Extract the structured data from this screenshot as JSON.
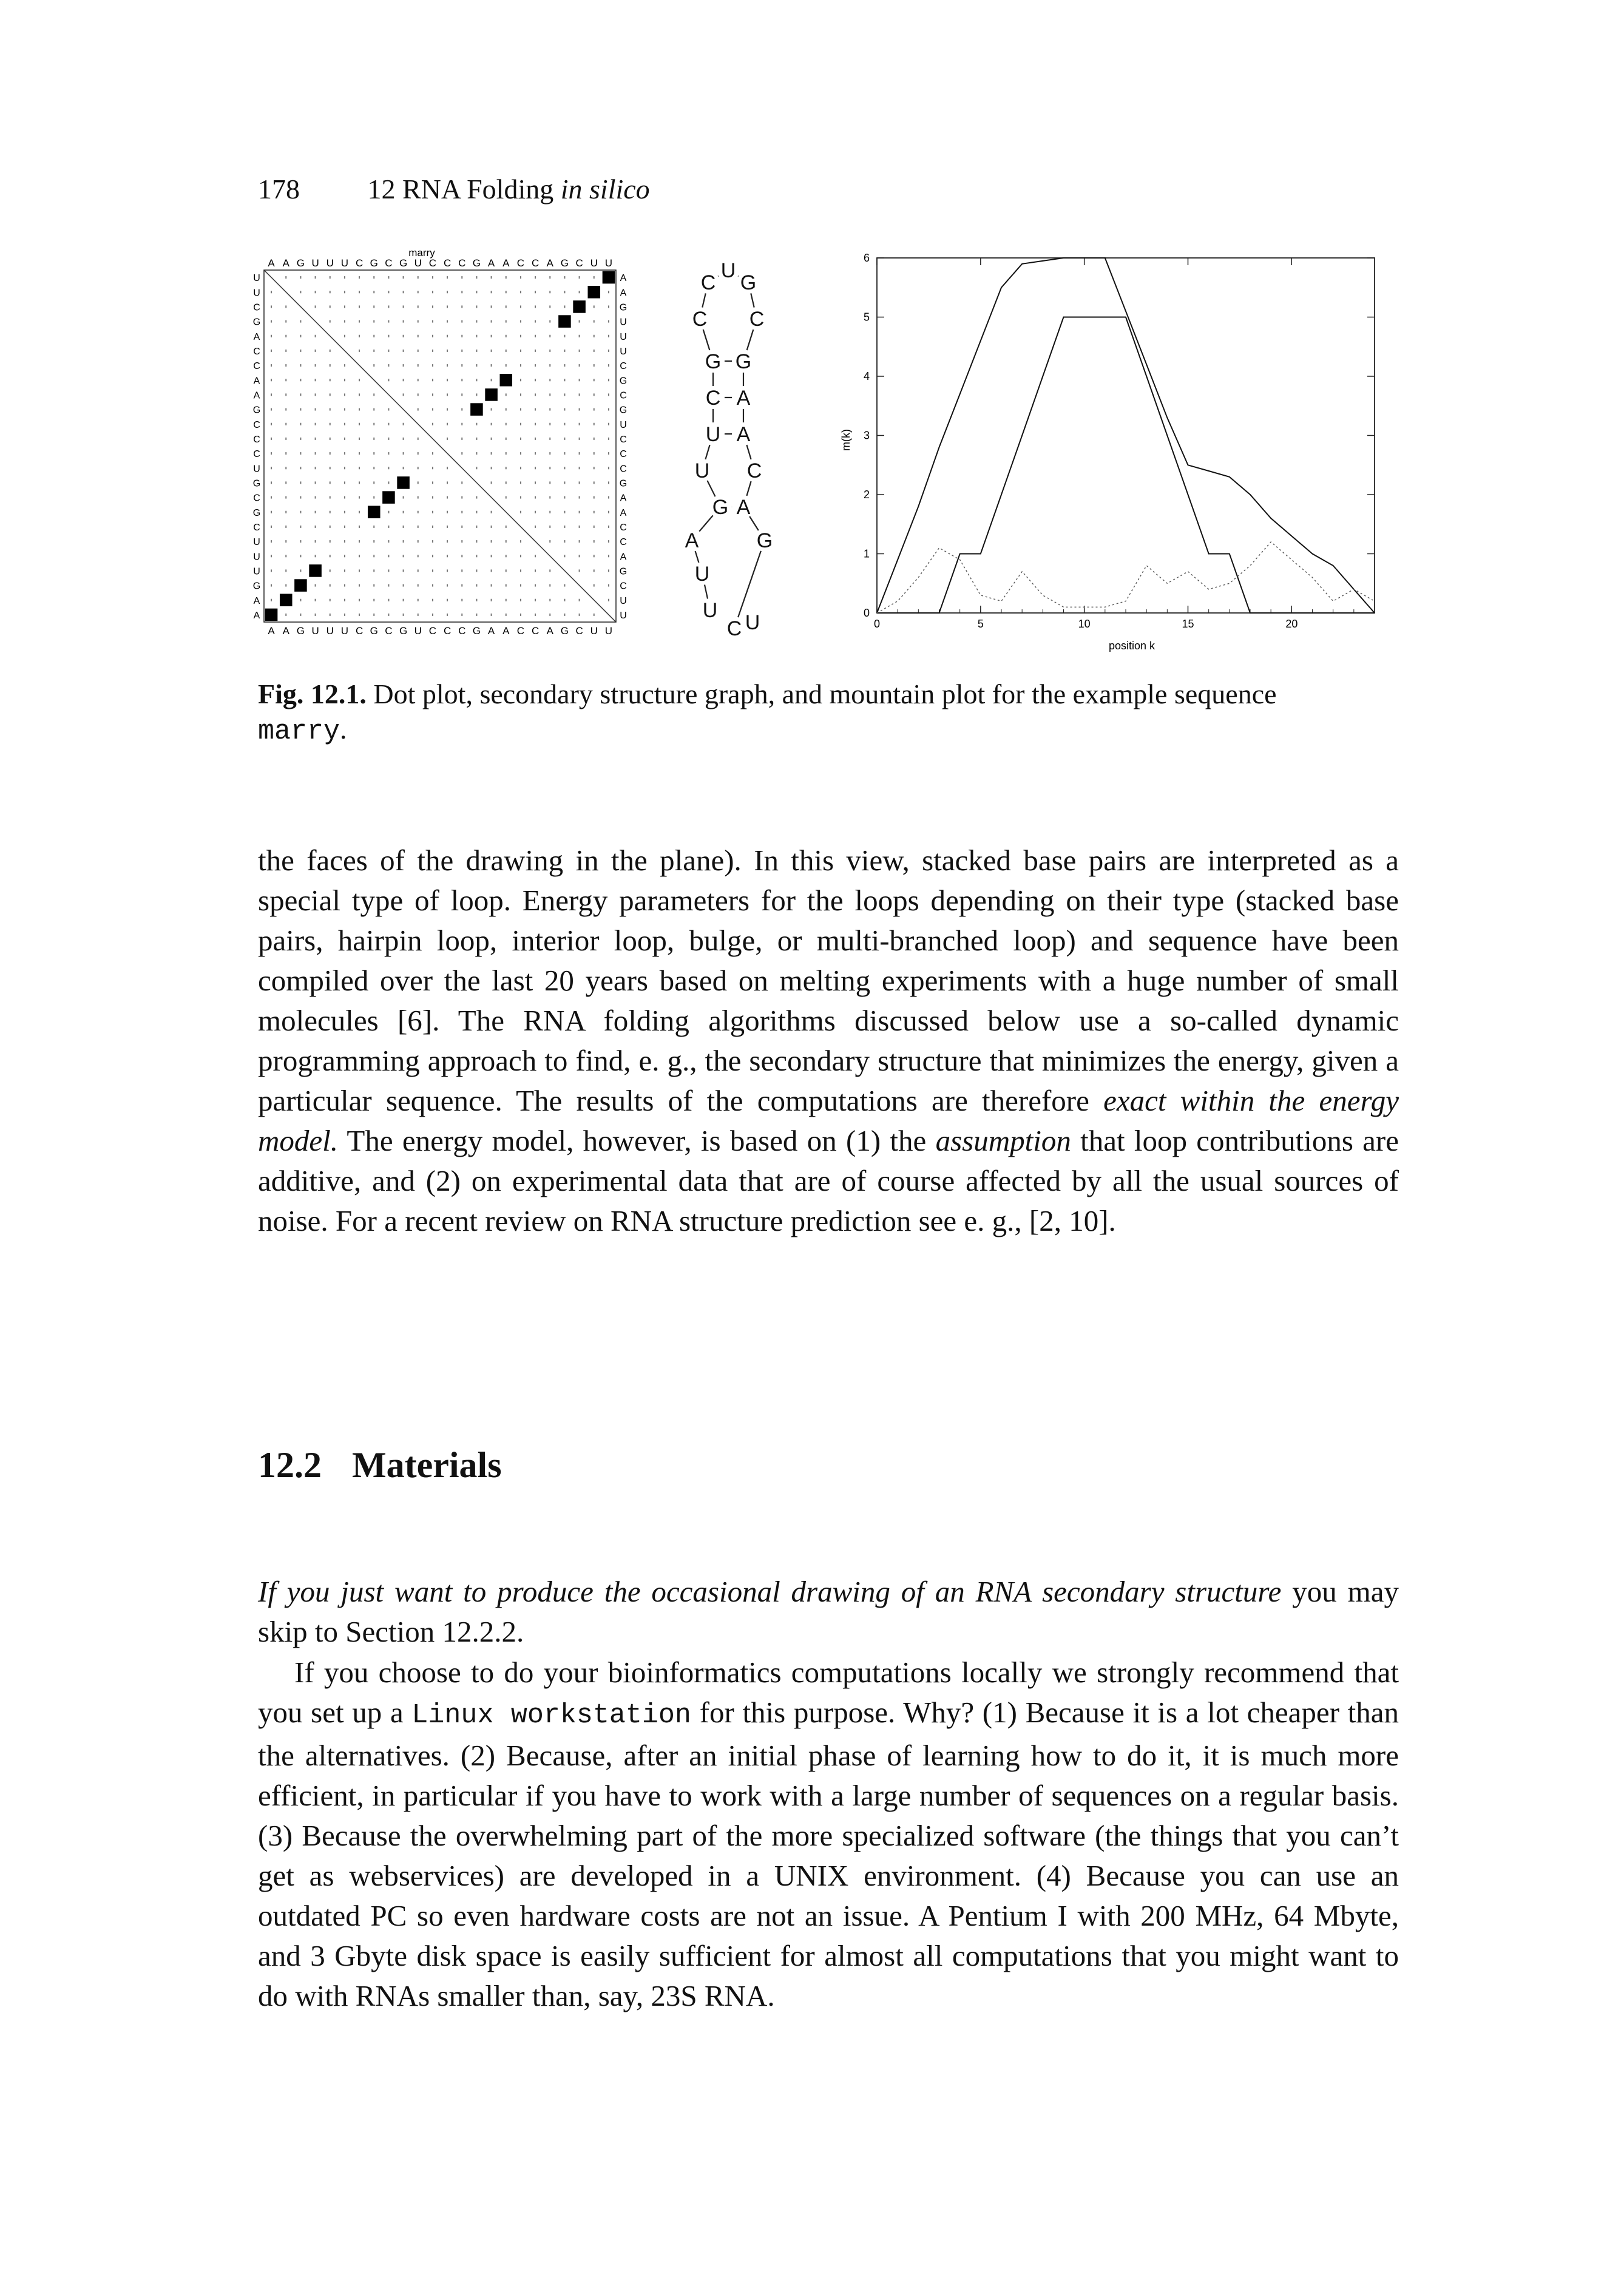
{
  "header": {
    "page_number": "178",
    "chapter": "12 RNA Folding",
    "chapter_italic": "in silico"
  },
  "figure": {
    "dot_plot": {
      "title": "marry",
      "sequence": "AAGUUUCGCGUCCCGAACCAGCUU",
      "pairs": [
        [
          1,
          24
        ],
        [
          2,
          23
        ],
        [
          3,
          22
        ],
        [
          4,
          21
        ],
        [
          8,
          17
        ],
        [
          9,
          16
        ],
        [
          10,
          15
        ]
      ]
    },
    "structure_graph": {
      "bases": [
        "C",
        "U",
        "G",
        "C",
        "C",
        "G",
        "G",
        "C",
        "A",
        "U",
        "A",
        "U",
        "C",
        "G",
        "A",
        "A",
        "G",
        "U",
        "U",
        "C",
        "U"
      ]
    },
    "mountain_plot": {
      "xlabel": "position k",
      "ylabel": "m(k)"
    }
  },
  "chart_data": {
    "type": "line",
    "xlabel": "position k",
    "ylabel": "m(k)",
    "xlim": [
      0,
      24
    ],
    "ylim": [
      0,
      6
    ],
    "xticks": [
      0,
      5,
      10,
      15,
      20
    ],
    "yticks": [
      0,
      1,
      2,
      3,
      4,
      5,
      6
    ],
    "series": [
      {
        "values": [
          [
            0,
            0
          ],
          [
            1,
            0.9
          ],
          [
            2,
            1.8
          ],
          [
            3,
            2.8
          ],
          [
            4,
            3.7
          ],
          [
            5,
            4.6
          ],
          [
            6,
            5.5
          ],
          [
            7,
            5.9
          ],
          [
            8,
            5.95
          ],
          [
            9,
            6
          ],
          [
            10,
            6
          ],
          [
            11,
            6
          ],
          [
            12,
            5.1
          ],
          [
            13,
            4.2
          ],
          [
            14,
            3.3
          ],
          [
            15,
            2.5
          ],
          [
            16,
            2.4
          ],
          [
            17,
            2.3
          ],
          [
            18,
            2.0
          ],
          [
            19,
            1.6
          ],
          [
            20,
            1.3
          ],
          [
            21,
            1.0
          ],
          [
            22,
            0.8
          ],
          [
            23,
            0.4
          ],
          [
            24,
            0
          ]
        ]
      },
      {
        "values": [
          [
            0,
            0
          ],
          [
            3,
            0
          ],
          [
            4,
            1
          ],
          [
            5,
            1
          ],
          [
            6,
            2
          ],
          [
            7,
            3
          ],
          [
            8,
            4
          ],
          [
            9,
            5
          ],
          [
            10,
            5
          ],
          [
            11,
            5
          ],
          [
            12,
            5
          ],
          [
            13,
            4
          ],
          [
            14,
            3
          ],
          [
            15,
            2
          ],
          [
            16,
            1
          ],
          [
            17,
            1
          ],
          [
            18,
            0
          ],
          [
            24,
            0
          ]
        ]
      },
      {
        "values": [
          [
            0,
            0
          ],
          [
            1,
            0.2
          ],
          [
            2,
            0.6
          ],
          [
            3,
            1.1
          ],
          [
            4,
            0.9
          ],
          [
            5,
            0.3
          ],
          [
            6,
            0.2
          ],
          [
            7,
            0.7
          ],
          [
            8,
            0.3
          ],
          [
            9,
            0.1
          ],
          [
            10,
            0.1
          ],
          [
            11,
            0.1
          ],
          [
            12,
            0.2
          ],
          [
            13,
            0.8
          ],
          [
            14,
            0.5
          ],
          [
            15,
            0.7
          ],
          [
            16,
            0.4
          ],
          [
            17,
            0.5
          ],
          [
            18,
            0.8
          ],
          [
            19,
            1.2
          ],
          [
            20,
            0.9
          ],
          [
            21,
            0.6
          ],
          [
            22,
            0.2
          ],
          [
            23,
            0.4
          ],
          [
            24,
            0.2
          ]
        ],
        "style": "dotted"
      }
    ]
  },
  "caption": {
    "label": "Fig. 12.1.",
    "text": "Dot plot, secondary structure graph, and mountain plot for the example sequence",
    "code": "marry",
    "end": "."
  },
  "paragraph1": {
    "a": "the faces of the drawing in the plane). In this view, stacked base pairs are interpreted as a special type of loop. Energy parameters for the loops depending on their type (stacked base pairs, hairpin loop, interior loop, bulge, or multi-branched loop) and sequence have been compiled over the last 20 years based on melting experiments with a huge number of small molecules [6]. The RNA folding algorithms discussed below use a so-called dynamic programming approach to find, e. g., the secondary structure that minimizes the energy, given a particular sequence. The results of the computations are therefore ",
    "italic1": "exact within the energy model.",
    "b": " The energy model, however, is based on (1) the ",
    "italic2": "assumption",
    "c": " that loop contributions are additive, and (2) on experimental data that are of course affected by all the usual sources of noise. For a recent review on RNA structure prediction see e. g., [2, 10]."
  },
  "section": {
    "number": "12.2",
    "title": "Materials"
  },
  "paragraph2": {
    "italic": "If you just want to produce the occasional drawing of an RNA secondary structure",
    "rest": " you may skip to Section 12.2.2."
  },
  "paragraph3": {
    "a": "If you choose to do your bioinformatics computations locally we strongly recommend that you set up a ",
    "code": "Linux workstation",
    "b": " for this purpose. Why? (1) Because it is a lot cheaper than the alternatives. (2) Because, after an initial phase of learning how to do it, it is much more efficient, in particular if you have to work with a large number of sequences on a regular basis. (3) Because the overwhelming part of the more specialized software (the things that you can’t get as webservices) are developed in a UNIX environment. (4) Because you can use an outdated PC so even hardware costs are not an issue. A Pentium I with 200 MHz, 64 Mbyte, and 3 Gbyte disk space is easily sufficient for almost all computations that you might want to do with RNAs smaller than, say, 23S RNA."
  }
}
